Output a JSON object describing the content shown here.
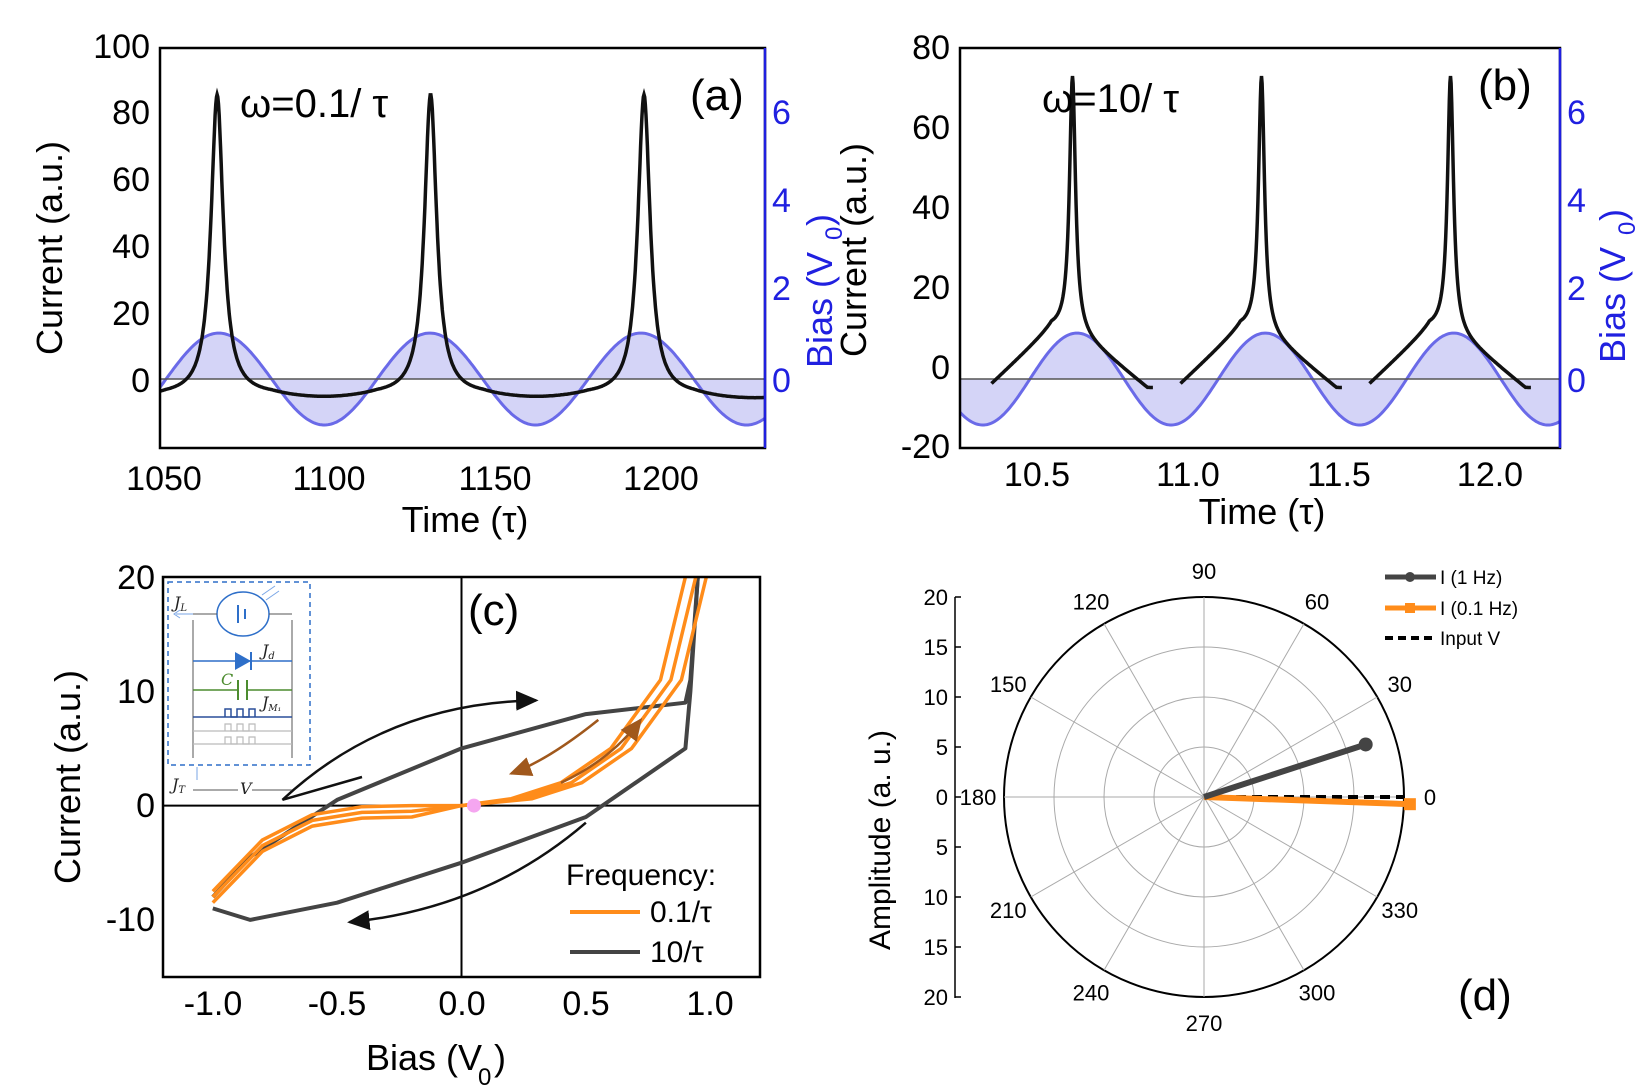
{
  "panels": {
    "a": {
      "label": "(a)",
      "annotation": "ω=0.1/ τ"
    },
    "b": {
      "label": "(b)",
      "annotation": "ω=10/ τ"
    },
    "c": {
      "label": "(c)"
    },
    "d": {
      "label": "(d)"
    }
  },
  "inset": {
    "jl": "J",
    "jl_sub": "L",
    "jd": "J",
    "jd_sub": "d",
    "c": "C",
    "jm": "J",
    "jm_sub": "M₁",
    "jt": "J",
    "jt_sub": "T",
    "v": "V"
  },
  "colors": {
    "current": "#111111",
    "bias_fill": "#c9c9f5",
    "bias_line": "#6a6ae8",
    "orange": "#ff8c1a",
    "gray": "#444444",
    "arrow_brown": "#a0581c",
    "marker_pink": "#f5a6f0"
  },
  "chart_data": [
    {
      "id": "a",
      "type": "line",
      "xlabel": "Time (τ)",
      "ylabel": "Current (a.u.)",
      "y2label": "Bias (V",
      "y2label_sub": "0",
      "y2label_end": ")",
      "xlim": [
        1050,
        1230
      ],
      "ylim": [
        -15,
        100
      ],
      "y2lim": [
        -1.5,
        7.2
      ],
      "xticks": [
        "1050",
        "1100",
        "1150",
        "1200"
      ],
      "yticks": [
        "0",
        "20",
        "40",
        "60",
        "80",
        "100"
      ],
      "y2ticks": [
        "0",
        "2",
        "4",
        "6"
      ],
      "series": [
        {
          "axis": "left",
          "peaks_x": [
            1067,
            1130.5,
            1194
          ],
          "peak_y": 88
        },
        {
          "axis": "right",
          "period": 62.8,
          "amplitude": 1,
          "peak_x": 1067.5,
          "x": [
            1050,
            1230
          ]
        }
      ]
    },
    {
      "id": "b",
      "type": "line",
      "xlabel": "Time (τ)",
      "ylabel": "Current (a.u.)",
      "y2label": "Bias (V",
      "y2label_sub": "0",
      "y2label_end": ")",
      "xlim": [
        10.3,
        12.3
      ],
      "ylim": [
        -20,
        80
      ],
      "y2lim": [
        -1.5,
        7.2
      ],
      "xticks": [
        "10.5",
        "11.0",
        "11.5",
        "12.0"
      ],
      "yticks": [
        "-20",
        "0",
        "20",
        "40",
        "60",
        "80"
      ],
      "y2ticks": [
        "0",
        "2",
        "4",
        "6"
      ],
      "series": [
        {
          "axis": "left",
          "peaks_x": [
            10.675,
            11.305,
            11.935
          ],
          "peak_y": 73,
          "shoulder_y": 10
        },
        {
          "axis": "right",
          "period": 0.628,
          "amplitude": 1,
          "peak_x": 10.69
        }
      ]
    },
    {
      "id": "c",
      "type": "line",
      "xlabel": "Bias (V",
      "xlabel_sub": "0",
      "xlabel_end": ")",
      "ylabel": "Current (a.u.)",
      "xlim": [
        -1.2,
        1.2
      ],
      "ylim": [
        -15,
        20
      ],
      "xticks": [
        "-1.0",
        "-0.5",
        "0.0",
        "0.5",
        "1.0"
      ],
      "yticks": [
        "-10",
        "0",
        "10",
        "20"
      ],
      "legend_title": "Frequency:",
      "series": [
        {
          "name": "0.1/τ",
          "x": [
            -1.0,
            -0.8,
            -0.6,
            -0.4,
            -0.2,
            0.0,
            0.2,
            0.4,
            0.6,
            0.8,
            0.9
          ],
          "y_out": [
            -7.5,
            -3.0,
            -0.8,
            -0.1,
            0.0,
            0.0,
            0.6,
            2.0,
            5.0,
            11.0,
            20.0
          ]
        },
        {
          "name": "10/τ",
          "x": [
            -1.0,
            -0.85,
            -0.5,
            0.0,
            0.5,
            0.9,
            0.92,
            0.95
          ],
          "y_upper": [
            -8.0,
            -4.5,
            0.5,
            5.0,
            8.0,
            9.0,
            11.0,
            20.0
          ],
          "y_lower": [
            -9.0,
            -10.0,
            -8.5,
            -5.0,
            -1.0,
            5.0,
            10.0,
            20.0
          ]
        }
      ]
    },
    {
      "id": "d",
      "type": "scatter",
      "ylabel": "Amplitude (a. u.)",
      "rlim": [
        0,
        20
      ],
      "rticks": [
        "20",
        "15",
        "10",
        "5",
        "0",
        "5",
        "10",
        "15",
        "20"
      ],
      "angle_labels": [
        "90",
        "60",
        "30",
        "0",
        "330",
        "300",
        "270",
        "240",
        "210",
        "180",
        "150",
        "120"
      ],
      "series": [
        {
          "name": "I (1 Hz)",
          "r": 17.0,
          "theta_deg": 18
        },
        {
          "name": "I (0.1 Hz)",
          "r": 20.6,
          "theta_deg": -2
        },
        {
          "name": "Input V",
          "r": 20.0,
          "theta_deg": 0
        }
      ]
    }
  ]
}
